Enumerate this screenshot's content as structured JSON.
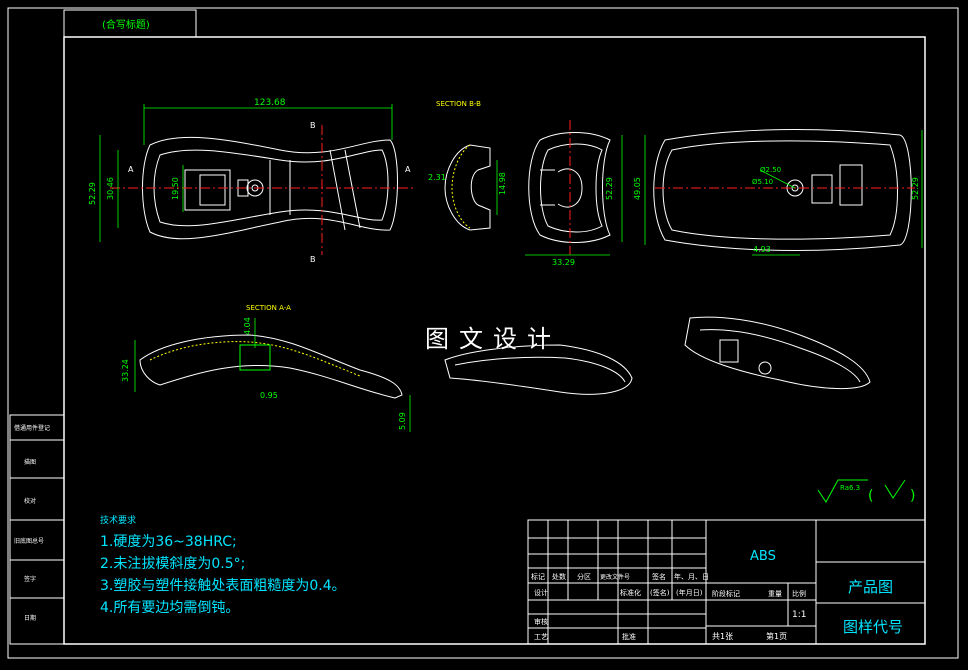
{
  "top_tag": "(合写标题)",
  "dims": {
    "top_width": "123.68",
    "left_h1": "52.29",
    "left_h2": "30.46",
    "left_h3": "19.50",
    "secB_t": "2.31",
    "secB_h": "14.98",
    "mid_h": "52.29",
    "mid_w": "33.29",
    "right_h1": "49.05",
    "right_h2": "52.29",
    "right_r1": "Ø2.50",
    "right_r2": "Ø5.10",
    "right_w": "4.93",
    "secA_t": "4.04",
    "secA_h": "33.24",
    "secA_w": "0.95",
    "secA_b": "5.09"
  },
  "section_labels": {
    "b": "SECTION B-B",
    "a": "SECTION A-A",
    "letter_a": "A",
    "letter_b": "B"
  },
  "watermark": "图文设计",
  "tech": {
    "title": "技术要求",
    "items": [
      "1.硬度为36~38HRC;",
      "2.未注拔模斜度为0.5°;",
      "3.塑胶与塑件接触处表面粗糙度为0.4。",
      "4.所有要边均需倒钝。"
    ]
  },
  "left_stamps": [
    "借通用件登记",
    "旧底图总号",
    "签字",
    "日期",
    "描图",
    "校对"
  ],
  "roughness": "Ra6.3",
  "title_block": {
    "material": "ABS",
    "product": "产品图",
    "code": "图样代号",
    "scale": "1:1",
    "sheets": "共1张",
    "sheet_no": "第1页",
    "row_labels": [
      "标记",
      "处数",
      "分区",
      "更改文件号",
      "签名",
      "年、月、日"
    ],
    "design": "设计",
    "standard": "标准化",
    "sign": "(签名)",
    "date": "(年月日)",
    "stage": "阶段标记",
    "weight": "重量",
    "ratio": "比例",
    "review": "审核",
    "craft": "工艺",
    "approve": "批准"
  },
  "colors": {
    "line": "#ffffff",
    "dim": "#00ff00",
    "center": "#ff2020",
    "text_cyan": "#00e5ff",
    "yellow": "#ffff00"
  }
}
